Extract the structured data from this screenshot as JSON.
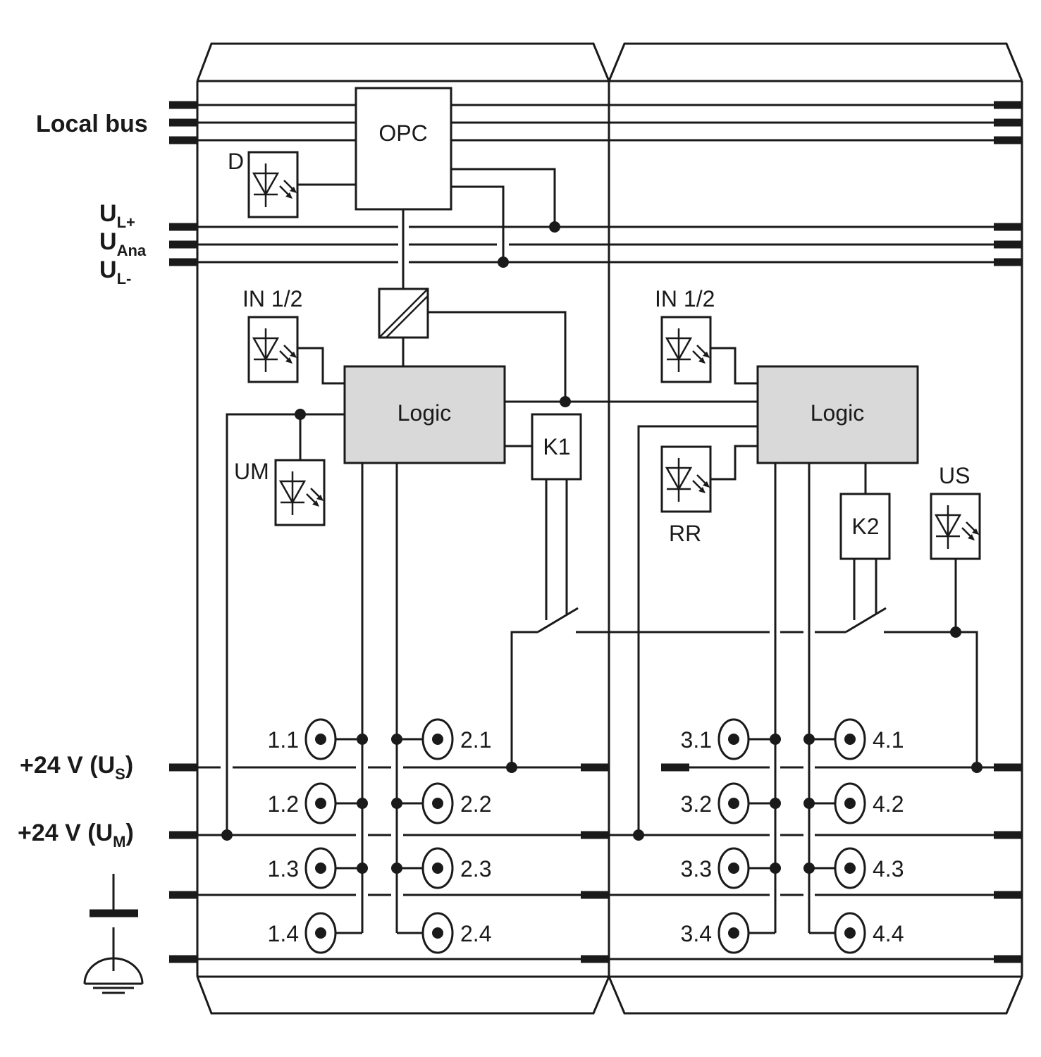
{
  "bus_labels": {
    "local_bus": "Local bus",
    "ul_plus": {
      "main": "U",
      "sub": "L+"
    },
    "u_ana": {
      "main": "U",
      "sub": "Ana"
    },
    "ul_minus": {
      "main": "U",
      "sub": "L-"
    },
    "us": {
      "main": "+24 V (U",
      "sub": "S",
      "tail": ")"
    },
    "um": {
      "main": "+24 V (U",
      "sub": "M",
      "tail": ")"
    }
  },
  "blocks": {
    "opc": "OPC",
    "logic_left": "Logic",
    "logic_right": "Logic",
    "k1": "K1",
    "k2": "K2"
  },
  "led_labels": {
    "d": "D",
    "in_left": "IN 1/2",
    "um": "UM",
    "in_right": "IN 1/2",
    "rr": "RR",
    "us": "US"
  },
  "terminals": {
    "t11": "1.1",
    "t12": "1.2",
    "t13": "1.3",
    "t14": "1.4",
    "t21": "2.1",
    "t22": "2.2",
    "t23": "2.3",
    "t24": "2.4",
    "t31": "3.1",
    "t32": "3.2",
    "t33": "3.3",
    "t34": "3.4",
    "t41": "4.1",
    "t42": "4.2",
    "t43": "4.3",
    "t44": "4.4"
  }
}
